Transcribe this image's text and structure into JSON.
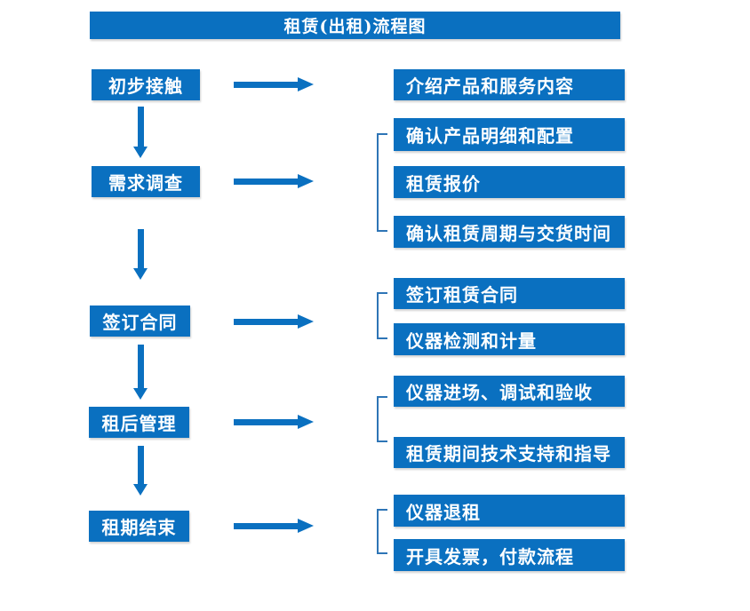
{
  "title": "租赁(出租)流程图",
  "colors": {
    "primary_blue": "#0a70c0",
    "bracket_blue": "#2e75b6",
    "text_on_blue": "#ffffff",
    "background": "#ffffff"
  },
  "icons": {
    "down_arrow": "down-arrow-icon",
    "right_arrow": "right-arrow-icon",
    "group_bracket": "left-square-bracket"
  },
  "steps": [
    {
      "label": "初步接触",
      "outputs": [
        "介绍产品和服务内容"
      ]
    },
    {
      "label": "需求调查",
      "outputs": [
        "确认产品明细和配置",
        "租赁报价",
        "确认租赁周期与交货时间"
      ]
    },
    {
      "label": "签订合同",
      "outputs": [
        "签订租赁合同",
        "仪器检测和计量"
      ]
    },
    {
      "label": "租后管理",
      "outputs": [
        "仪器进场、调试和验收",
        "租赁期间技术支持和指导"
      ]
    },
    {
      "label": "租期结束",
      "outputs": [
        "仪器退租",
        "开具发票，付款流程"
      ]
    }
  ]
}
